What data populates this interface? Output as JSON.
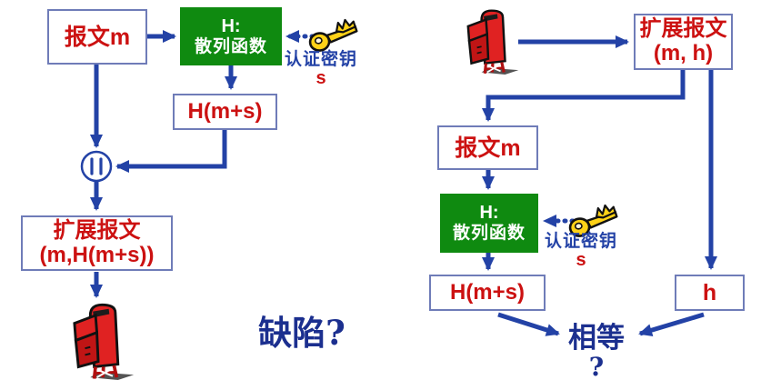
{
  "colors": {
    "arrow": "#2342a6",
    "box_border": "#6f7cb8",
    "red_text": "#cc1111",
    "green_box": "#0f8a10",
    "green_text": "#ffffff",
    "blue_label": "#2342a6",
    "question_blue": "#1b2f8f",
    "bg": "#ffffff"
  },
  "icons": {
    "left_key": "key-icon",
    "right_key": "key-icon",
    "left_mailbox": "mailbox-icon",
    "right_mailbox": "mailbox-icon",
    "concat": "concat-circle"
  },
  "left": {
    "message_box": "报文m",
    "hash_box_line1": "H:",
    "hash_box_line2": "散列函数",
    "auth_key_label": "认证密钥",
    "auth_key_symbol": "s",
    "hash_result_box": "H(m+s)",
    "concat_symbol": "||",
    "extended_message_line1": "扩展报文",
    "extended_message_line2": "(m,H(m+s))",
    "flaw_question": "缺陷?"
  },
  "right": {
    "extended_message_line1": "扩展报文",
    "extended_message_line2": "(m, h)",
    "message_box": "报文m",
    "hash_box_line1": "H:",
    "hash_box_line2": "散列函数",
    "auth_key_label": "认证密钥",
    "auth_key_symbol": "s",
    "hash_result_box": "H(m+s)",
    "received_hash_box": "h",
    "equal_question_line1": "相等",
    "equal_question_line2": "?"
  }
}
